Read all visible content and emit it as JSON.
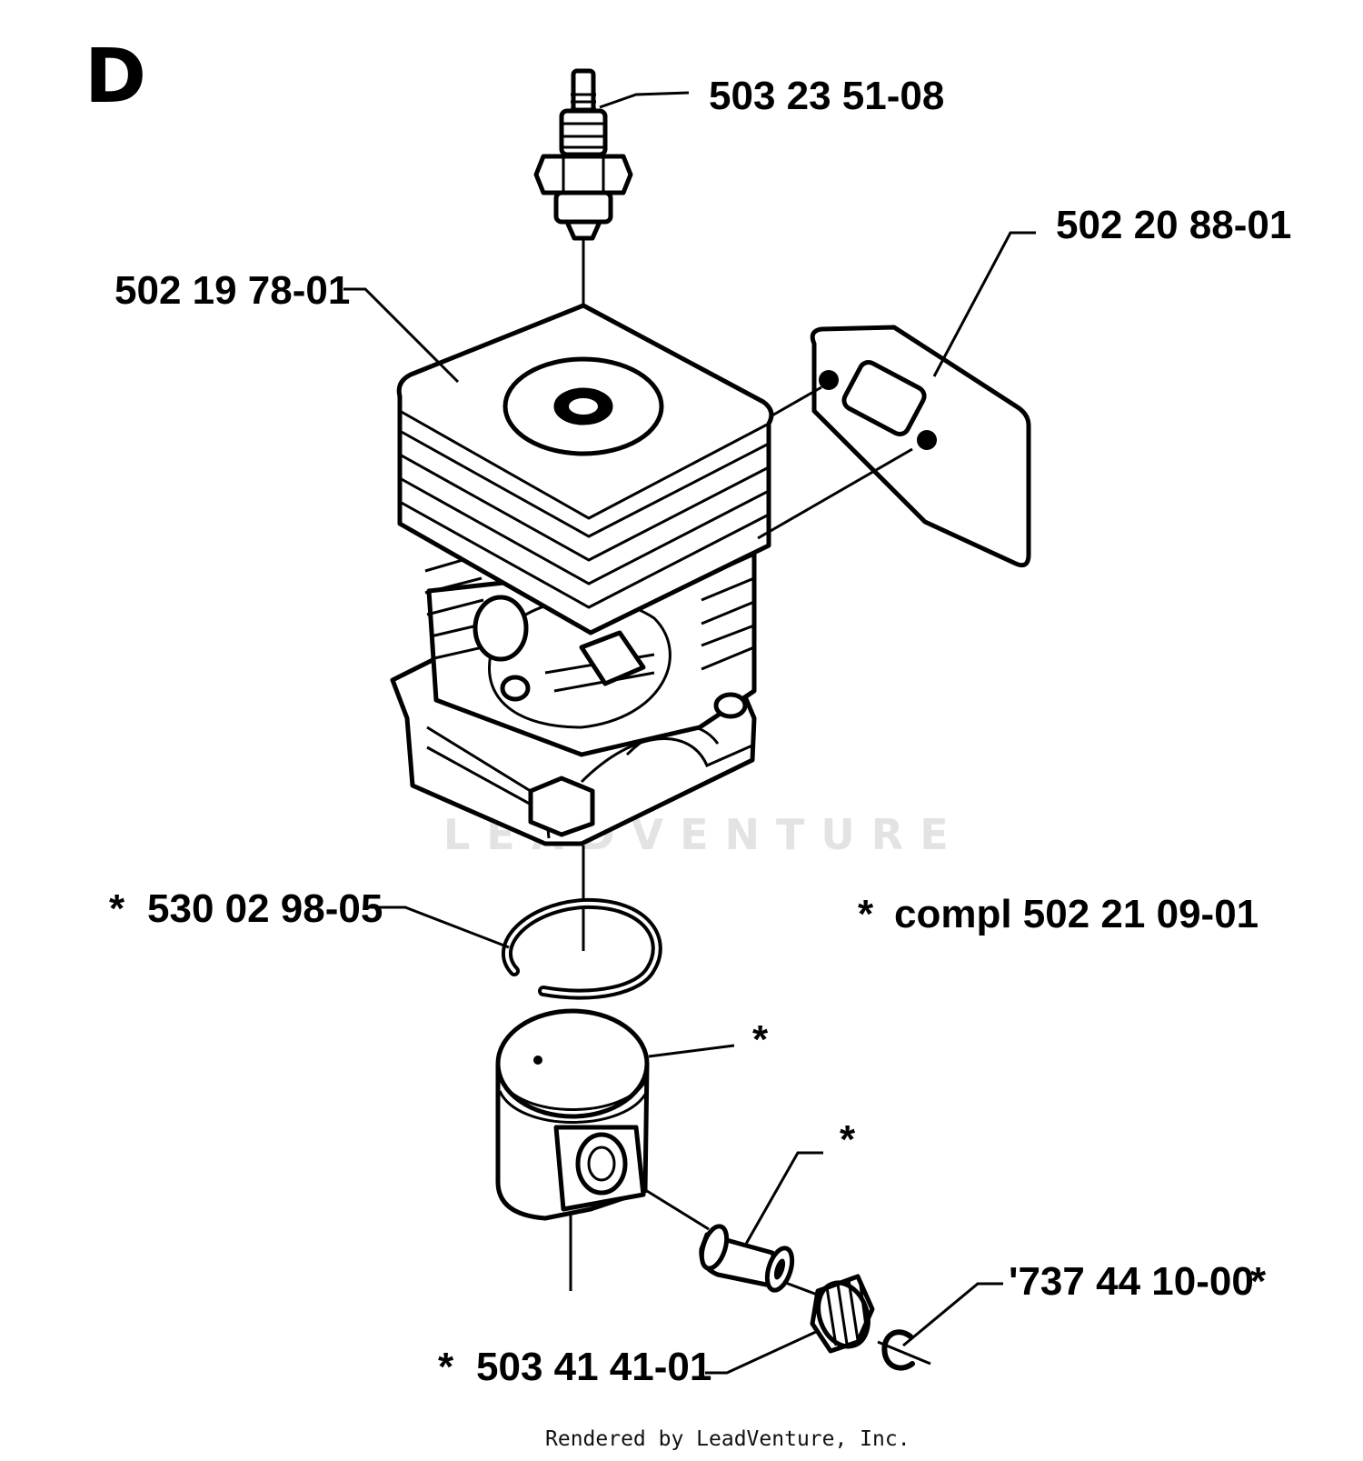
{
  "section_letter": "D",
  "watermark": "LEADVENTURE",
  "footer": "Rendered by LeadVenture, Inc.",
  "callouts": {
    "spark_plug": "503 23 51-08",
    "gasket": "502 20 88-01",
    "cylinder": "502 19 78-01",
    "ring_star": "*",
    "ring": "530 02 98-05",
    "kit_star": "*",
    "kit": "compl 502 21 09-01",
    "piston_star": "*",
    "pin_star": "*",
    "clip": "'737 44 10-00",
    "clip_star": "*",
    "bearing_star": "*",
    "bearing": "503 41 41-01"
  }
}
